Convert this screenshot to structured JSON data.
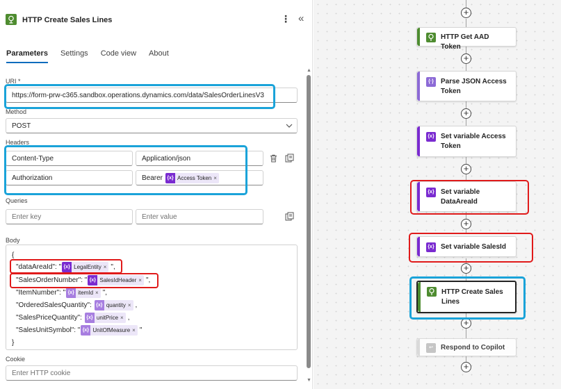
{
  "header": {
    "title": "HTTP Create Sales Lines",
    "more": "⋮",
    "collapse": "«"
  },
  "tabs": [
    "Parameters",
    "Settings",
    "Code view",
    "About"
  ],
  "uri": {
    "label": "URI *",
    "value": "https://form-prw-c365.sandbox.operations.dynamics.com/data/SalesOrderLinesV3"
  },
  "method": {
    "label": "Method",
    "value": "POST"
  },
  "headers": {
    "label": "Headers",
    "rows": [
      {
        "key": "Content-Type",
        "value": "Application/json"
      },
      {
        "key": "Authorization",
        "value_prefix": "Bearer",
        "token": "Access Token"
      }
    ]
  },
  "queries": {
    "label": "Queries",
    "key_placeholder": "Enter key",
    "value_placeholder": "Enter value"
  },
  "body": {
    "label": "Body",
    "open": "{",
    "close": "}",
    "lines": [
      {
        "key": "\"dataAreaId\": \"",
        "token": "LegalEntity",
        "suffix": "\","
      },
      {
        "key": "\"SalesOrderNumber\": \"",
        "token": "SalesIdHeader",
        "suffix": "\","
      },
      {
        "key": "\"ItemNumber\": \"",
        "token": "itemId",
        "suffix": "\","
      },
      {
        "key": "\"OrderedSalesQuantity\":",
        "token": "quantity",
        "suffix": ","
      },
      {
        "key": "\"SalesPriceQuantity\":",
        "token": "unitPrice",
        "suffix": ","
      },
      {
        "key": "\"SalesUnitSymbol\": \"",
        "token": "UnitOfMeasure",
        "suffix": "\""
      }
    ]
  },
  "cookie": {
    "label": "Cookie",
    "placeholder": "Enter HTTP cookie"
  },
  "token_glyph": "{x}",
  "token_remove": "×",
  "flow": {
    "steps": [
      {
        "title": "HTTP Get AAD Token",
        "icon": "globe-icon",
        "color": "#4e8c30"
      },
      {
        "title": "Parse JSON Access Token",
        "icon": "braces-icon",
        "color": "#8c6ad6"
      },
      {
        "title": "Set variable Access Token",
        "icon": "variable-icon",
        "color": "#7a2bd0"
      },
      {
        "title": "Set variable DataAreaId",
        "icon": "variable-icon",
        "color": "#7a2bd0"
      },
      {
        "title": "Set variable SalesId",
        "icon": "variable-icon",
        "color": "#7a2bd0"
      },
      {
        "title": "HTTP Create Sales Lines",
        "icon": "globe-icon",
        "color": "#4e8c30"
      },
      {
        "title": "Respond to Copilot",
        "icon": "respond-icon",
        "color": "#bdbdbd"
      }
    ]
  },
  "colors": {
    "accent": "#0f6cbd",
    "highlight_blue": "#1aa3d9",
    "highlight_red": "#e01a1a",
    "variable": "#7a2bd0",
    "http": "#4e8c30"
  }
}
